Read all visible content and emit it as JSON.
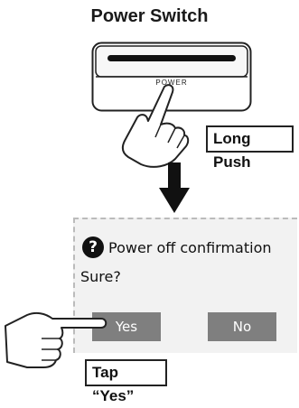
{
  "title": "Power Switch",
  "device": {
    "power_label": "POWER"
  },
  "labels": {
    "long_push": "Long Push",
    "tap_yes": "Tap “Yes”"
  },
  "dialog": {
    "title": "Power off confirmation",
    "message": "Sure?",
    "yes_label": "Yes",
    "no_label": "No",
    "icon": "question-icon"
  },
  "icons": [
    "hand-pointer-icon",
    "down-arrow-icon",
    "question-icon"
  ]
}
